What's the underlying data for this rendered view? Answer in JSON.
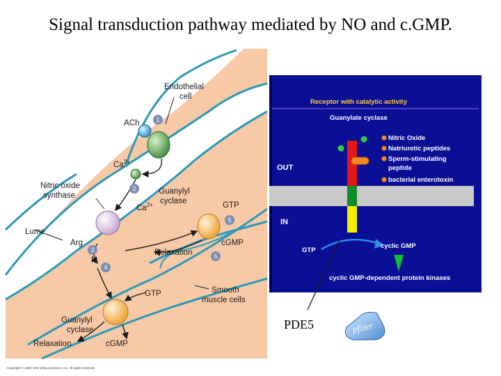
{
  "title": "Signal transduction pathway mediated by NO and c.GMP.",
  "left_diagram": {
    "endothelial_line1": "Endothelial",
    "endothelial_line2": "cell",
    "ach": "ACh",
    "ca2_top": "Ca",
    "ca2_top_sup": "2+",
    "nos_line1": "Nitric oxide",
    "nos_line2": "synthase",
    "gc_line1": "Guanylyl",
    "gc_line2": "cyclase",
    "ca2_mid": "Ca",
    "ca2_mid_sup": "2+",
    "gtp_top": "GTP",
    "lume": "Lume",
    "arg": "Arg",
    "cgmp_mid": "cGMP",
    "relaxation_mid": "Relaxation",
    "n_label": "N",
    "gtp_bottom": "GTP",
    "smooth_line1": "Smooth",
    "smooth_line2": "muscle cells",
    "gc2_line1": "Guanylyl",
    "gc2_line2": "cyclase",
    "relaxation_bottom": "Relaxation",
    "cgmp_bottom": "cGMP",
    "steps": [
      "1",
      "2",
      "3",
      "4",
      "5",
      "6"
    ],
    "copyright": "Copyright © 1999 John Wiley and Sons, Inc. All rights reserved."
  },
  "receptor_box": {
    "heading": "Receptor with catalytic activity",
    "enzyme": "Guanylate cyclase",
    "ligands": [
      "Nitric Oxide",
      "Natriuretic peptides",
      "Sperm-stimulating",
      "peptide",
      "bacterial enterotoxin"
    ],
    "out_label": "OUT",
    "in_label": "IN",
    "gtp": "GTP",
    "cyclic_gmp": "cyclic GMP",
    "kinases": "cyclic GMP-dependent  protein kinases"
  },
  "pde5_label": "PDE5",
  "logo_text": "pfizer",
  "colors": {
    "box_bg": "#0a0f96",
    "membrane": "#c8c8c8",
    "red_segment": "#e01818",
    "green_segment": "#0d8a2a",
    "yellow_segment": "#f4f000",
    "tissue": "#f7c9a6",
    "cell_outline": "#2a98b8"
  }
}
